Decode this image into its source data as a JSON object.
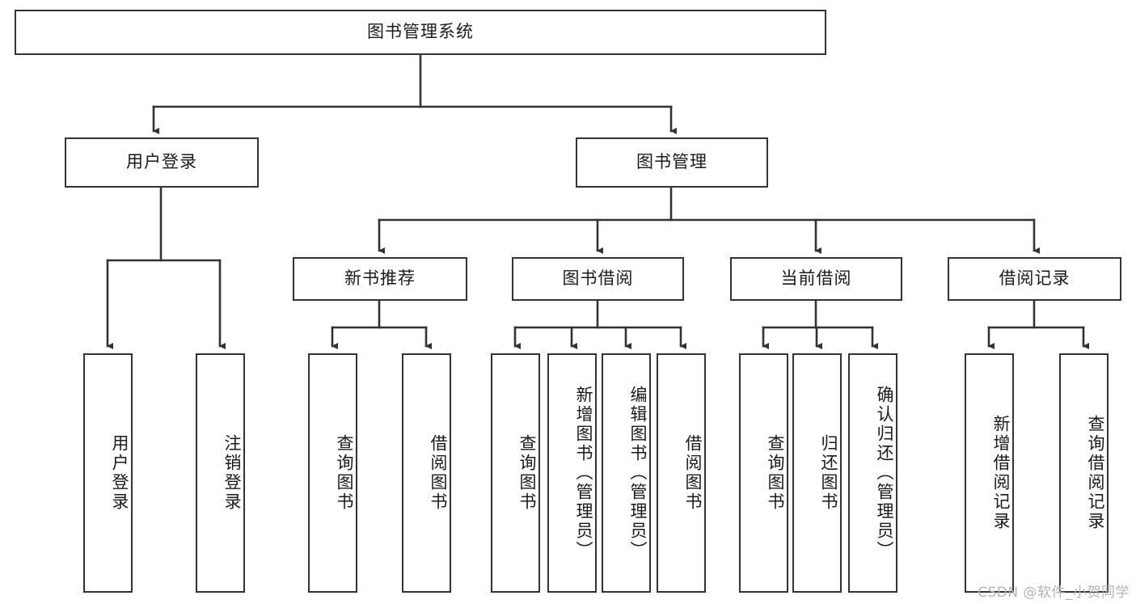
{
  "diagram": {
    "title": "图书管理系统",
    "type": "tree",
    "watermark": "CSDN @软件_小贺同学",
    "colors": {
      "box_border": "#333333",
      "box_fill": "#ffffff",
      "connector": "#333333",
      "text": "#1a1a1a",
      "background": "#ffffff",
      "watermark": "#b4b4b4"
    },
    "nodes": {
      "root": {
        "label": "图书管理系统",
        "level": 1,
        "orientation": "horizontal"
      },
      "user_login": {
        "label": "用户登录",
        "level": 2,
        "orientation": "horizontal"
      },
      "book_manage": {
        "label": "图书管理",
        "level": 2,
        "orientation": "horizontal"
      },
      "new_book_rec": {
        "label": "新书推荐",
        "level": 3,
        "orientation": "horizontal"
      },
      "book_borrow": {
        "label": "图书借阅",
        "level": 3,
        "orientation": "horizontal"
      },
      "current_borrow": {
        "label": "当前借阅",
        "level": 3,
        "orientation": "horizontal"
      },
      "borrow_record": {
        "label": "借阅记录",
        "level": 3,
        "orientation": "horizontal"
      },
      "leaf_user_login": {
        "label": "用户登录",
        "level": 4,
        "orientation": "vertical"
      },
      "leaf_logout": {
        "label": "注销登录",
        "level": 4,
        "orientation": "vertical"
      },
      "leaf_query_book_a": {
        "label": "查询图书",
        "level": 4,
        "orientation": "vertical"
      },
      "leaf_borrow_book_a": {
        "label": "借阅图书",
        "level": 4,
        "orientation": "vertical"
      },
      "leaf_query_book_b": {
        "label": "查询图书",
        "level": 4,
        "orientation": "vertical"
      },
      "leaf_add_book": {
        "label": "新增图书（管理员）",
        "level": 4,
        "orientation": "vertical"
      },
      "leaf_edit_book": {
        "label": "编辑图书（管理员）",
        "level": 4,
        "orientation": "vertical"
      },
      "leaf_borrow_book_b": {
        "label": "借阅图书",
        "level": 4,
        "orientation": "vertical"
      },
      "leaf_query_book_c": {
        "label": "查询图书",
        "level": 4,
        "orientation": "vertical"
      },
      "leaf_return_book": {
        "label": "归还图书",
        "level": 4,
        "orientation": "vertical"
      },
      "leaf_confirm_return": {
        "label": "确认归还（管理员）",
        "level": 4,
        "orientation": "vertical"
      },
      "leaf_add_record": {
        "label": "新增借阅记录",
        "level": 4,
        "orientation": "vertical"
      },
      "leaf_query_record": {
        "label": "查询借阅记录",
        "level": 4,
        "orientation": "vertical"
      }
    },
    "edges": [
      {
        "from": "root",
        "to": "user_login"
      },
      {
        "from": "root",
        "to": "book_manage"
      },
      {
        "from": "user_login",
        "to": "leaf_user_login"
      },
      {
        "from": "user_login",
        "to": "leaf_logout"
      },
      {
        "from": "book_manage",
        "to": "new_book_rec"
      },
      {
        "from": "book_manage",
        "to": "book_borrow"
      },
      {
        "from": "book_manage",
        "to": "current_borrow"
      },
      {
        "from": "book_manage",
        "to": "borrow_record"
      },
      {
        "from": "new_book_rec",
        "to": "leaf_query_book_a"
      },
      {
        "from": "new_book_rec",
        "to": "leaf_borrow_book_a"
      },
      {
        "from": "book_borrow",
        "to": "leaf_query_book_b"
      },
      {
        "from": "book_borrow",
        "to": "leaf_add_book"
      },
      {
        "from": "book_borrow",
        "to": "leaf_edit_book"
      },
      {
        "from": "book_borrow",
        "to": "leaf_borrow_book_b"
      },
      {
        "from": "current_borrow",
        "to": "leaf_query_book_c"
      },
      {
        "from": "current_borrow",
        "to": "leaf_return_book"
      },
      {
        "from": "current_borrow",
        "to": "leaf_confirm_return"
      },
      {
        "from": "borrow_record",
        "to": "leaf_add_record"
      },
      {
        "from": "borrow_record",
        "to": "leaf_query_record"
      }
    ]
  }
}
